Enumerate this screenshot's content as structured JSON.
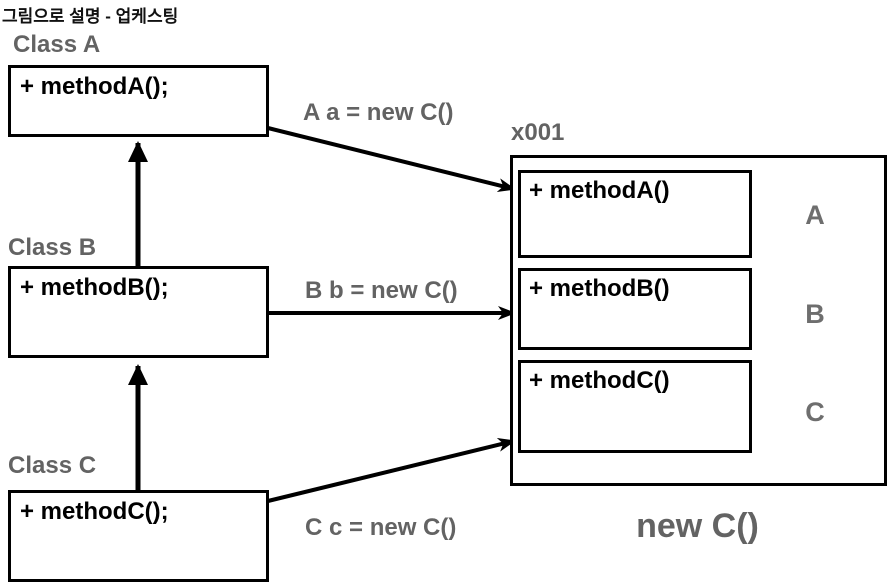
{
  "title": "그림으로 설명 - 업케스팅",
  "colors": {
    "border_black": "#000000",
    "label_gray": "#636363",
    "background": "#ffffff"
  },
  "classes": [
    {
      "name": "Class A",
      "method": "+ methodA();"
    },
    {
      "name": "Class B",
      "method": "+ methodB();"
    },
    {
      "name": "Class C",
      "method": "+ methodC();"
    }
  ],
  "assignments": [
    {
      "label": "A a = new C()"
    },
    {
      "label": "B b = new C()"
    },
    {
      "label": "C c = new C()"
    }
  ],
  "object_box": {
    "address_label": "x001",
    "caption": "new C()",
    "slots": [
      {
        "method": "+ methodA()",
        "origin_class": "A"
      },
      {
        "method": "+ methodB()",
        "origin_class": "B"
      },
      {
        "method": "+ methodC()",
        "origin_class": "C"
      }
    ]
  }
}
